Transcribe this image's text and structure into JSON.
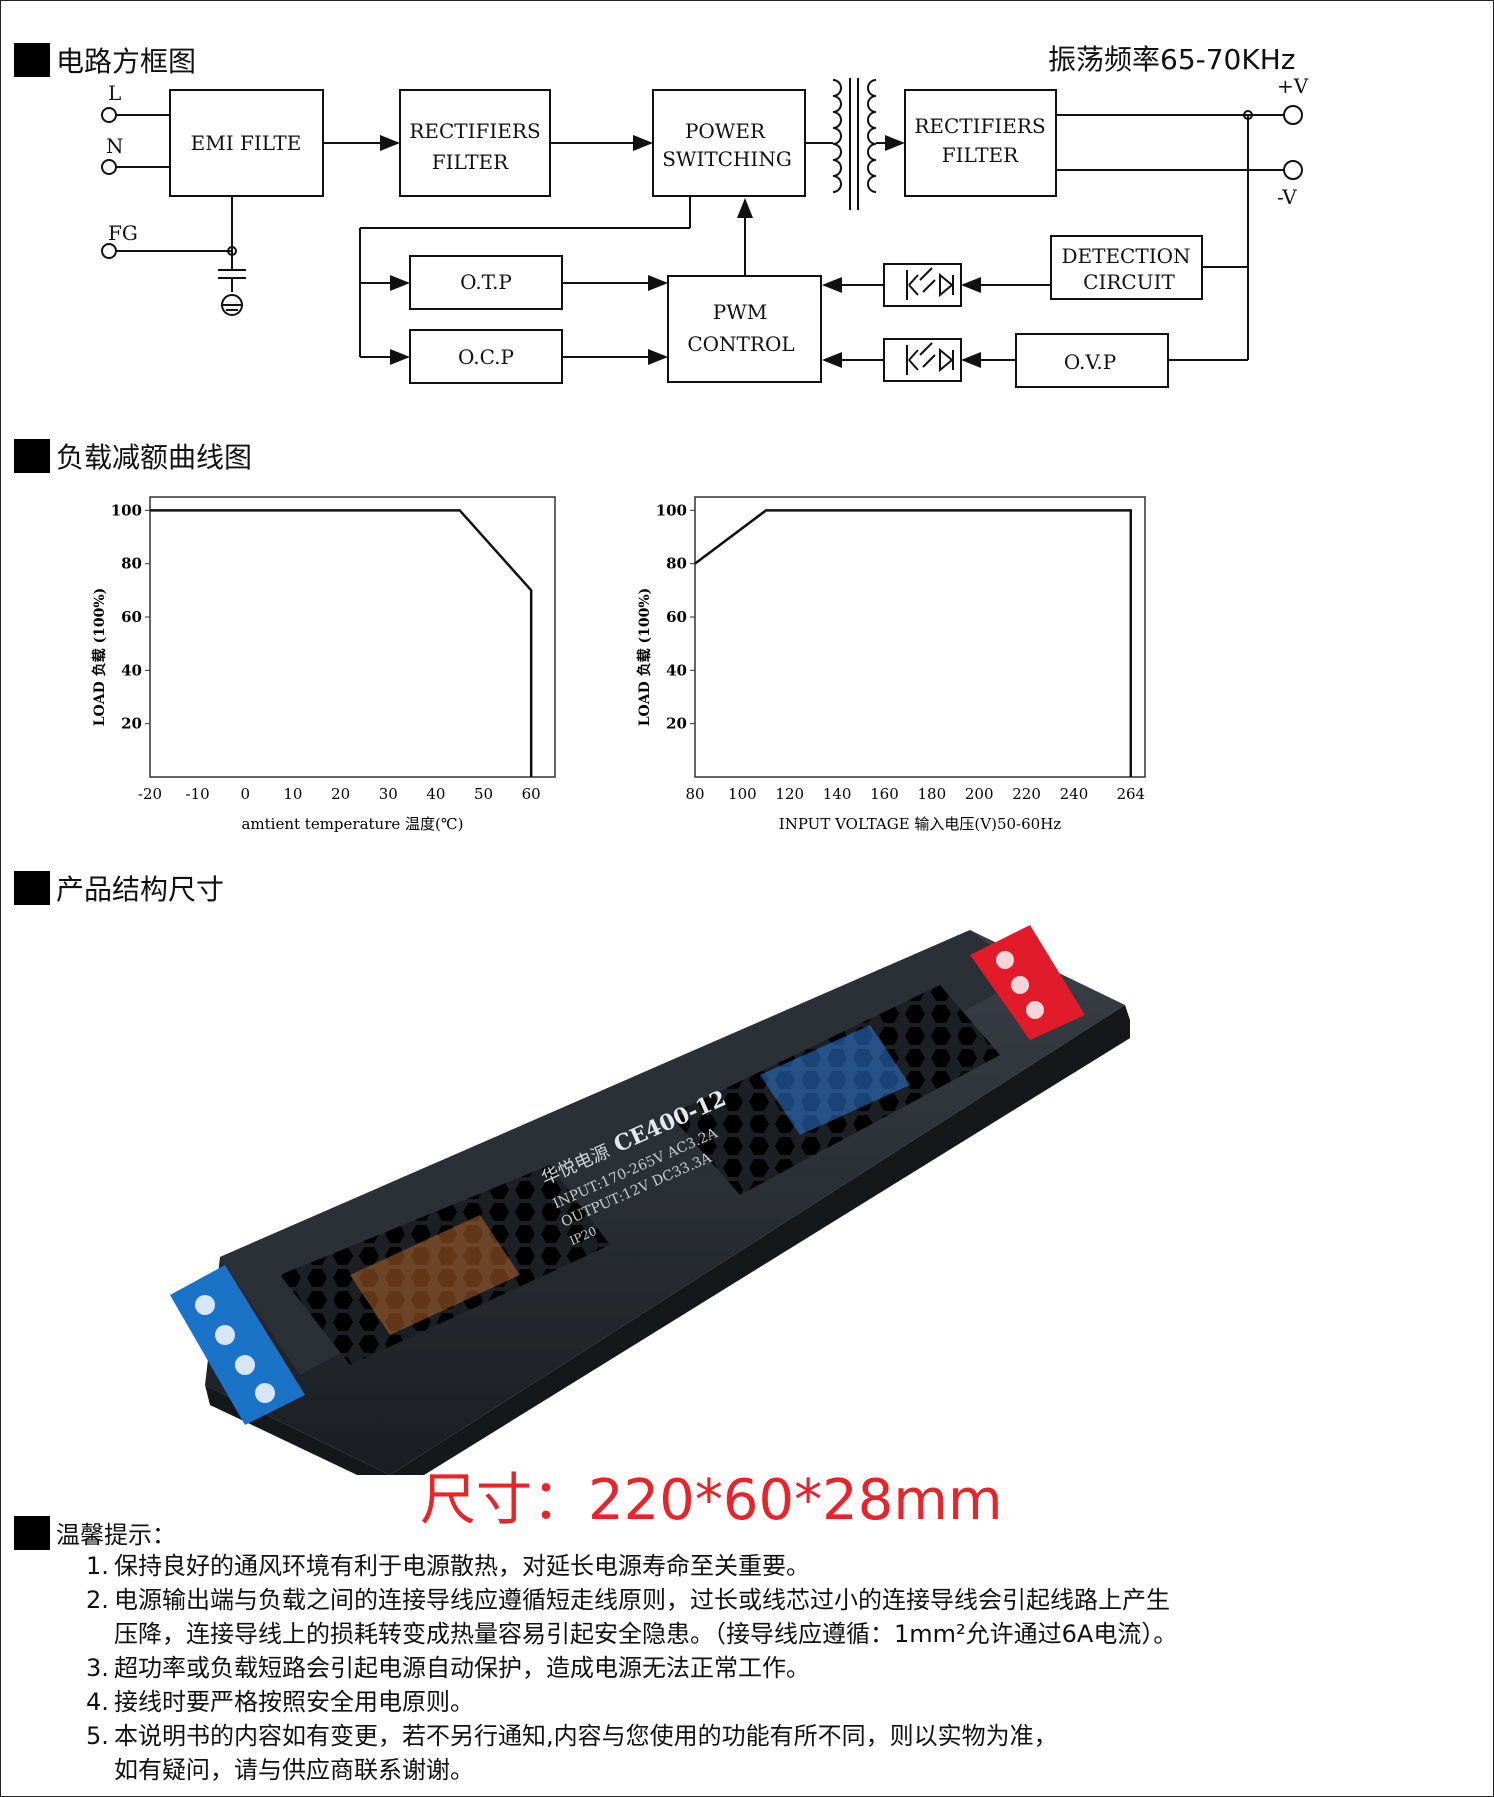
{
  "section1": {
    "title": "电路方框图",
    "frequency": "振荡频率65-70KHz"
  },
  "diagram": {
    "input_L": "L",
    "input_N": "N",
    "input_FG": "FG",
    "emi": "EMI FILTE",
    "rect1_line1": "RECTIFIERS",
    "rect1_line2": "FILTER",
    "psw_line1": "POWER",
    "psw_line2": "SWITCHING",
    "rect2_line1": "RECTIFIERS",
    "rect2_line2": "FILTER",
    "otp": "O.T.P",
    "ocp": "O.C.P",
    "pwm_line1": "PWM",
    "pwm_line2": "CONTROL",
    "det_line1": "DETECTION",
    "det_line2": "CIRCUIT",
    "ovp": "O.V.P",
    "out_pos": "+V",
    "out_neg": "-V"
  },
  "section2": {
    "title": "负载减额曲线图"
  },
  "chart_data": [
    {
      "type": "line",
      "ylabel": "LOAD 负载 (100%)",
      "xlabel": "amtient temperature 温度(℃)",
      "x_ticks": [
        "-20",
        "-10",
        "0",
        "10",
        "20",
        "30",
        "40",
        "50",
        "60"
      ],
      "y_ticks": [
        "20",
        "40",
        "60",
        "80",
        "100"
      ],
      "xlim": [
        -20,
        65
      ],
      "ylim": [
        0,
        105
      ],
      "x": [
        -20,
        45,
        60,
        60
      ],
      "y": [
        100,
        100,
        70,
        0
      ]
    },
    {
      "type": "line",
      "ylabel": "LOAD 负载 (100%)",
      "xlabel": "INPUT VOLTAGE 输入电压(V)50-60Hz",
      "x_ticks": [
        "80",
        "100",
        "120",
        "140",
        "160",
        "180",
        "200",
        "220",
        "240",
        "264"
      ],
      "y_ticks": [
        "20",
        "40",
        "60",
        "80",
        "100"
      ],
      "xlim": [
        80,
        270
      ],
      "ylim": [
        0,
        105
      ],
      "x": [
        80,
        110,
        264,
        264
      ],
      "y": [
        80,
        100,
        100,
        0
      ]
    }
  ],
  "section3": {
    "title": "产品结构尺寸"
  },
  "product": {
    "brand": "华悦电源",
    "model": "CE400-12",
    "input": "INPUT:170-265V AC3.2A",
    "output": "OUTPUT:12V DC33.3A",
    "ip": "IP20",
    "dimensions": "尺寸：220*60*28mm"
  },
  "tips": {
    "title": "温馨提示：",
    "items": [
      {
        "num": "1.",
        "text": "保持良好的通风环境有利于电源散热，对延长电源寿命至关重要。",
        "cont": ""
      },
      {
        "num": "2.",
        "text": "电源输出端与负载之间的连接导线应遵循短走线原则，过长或线芯过小的连接导线会引起线路上产生",
        "cont": "压降，连接导线上的损耗转变成热量容易引起安全隐患。（接导线应遵循：1mm²允许通过6A电流）。"
      },
      {
        "num": "3.",
        "text": "超功率或负载短路会引起电源自动保护，造成电源无法正常工作。",
        "cont": ""
      },
      {
        "num": "4.",
        "text": "接线时要严格按照安全用电原则。",
        "cont": ""
      },
      {
        "num": "5.",
        "text": "本说明书的内容如有变更，若不另行通知,内容与您使用的功能有所不同，则以实物为准，",
        "cont": "如有疑问，请与供应商联系谢谢。"
      }
    ]
  },
  "colors": {
    "dims": "#e8232a",
    "casing": "#2b3036",
    "terminal_blue": "#1b73c8",
    "terminal_red": "#e11b2a"
  }
}
